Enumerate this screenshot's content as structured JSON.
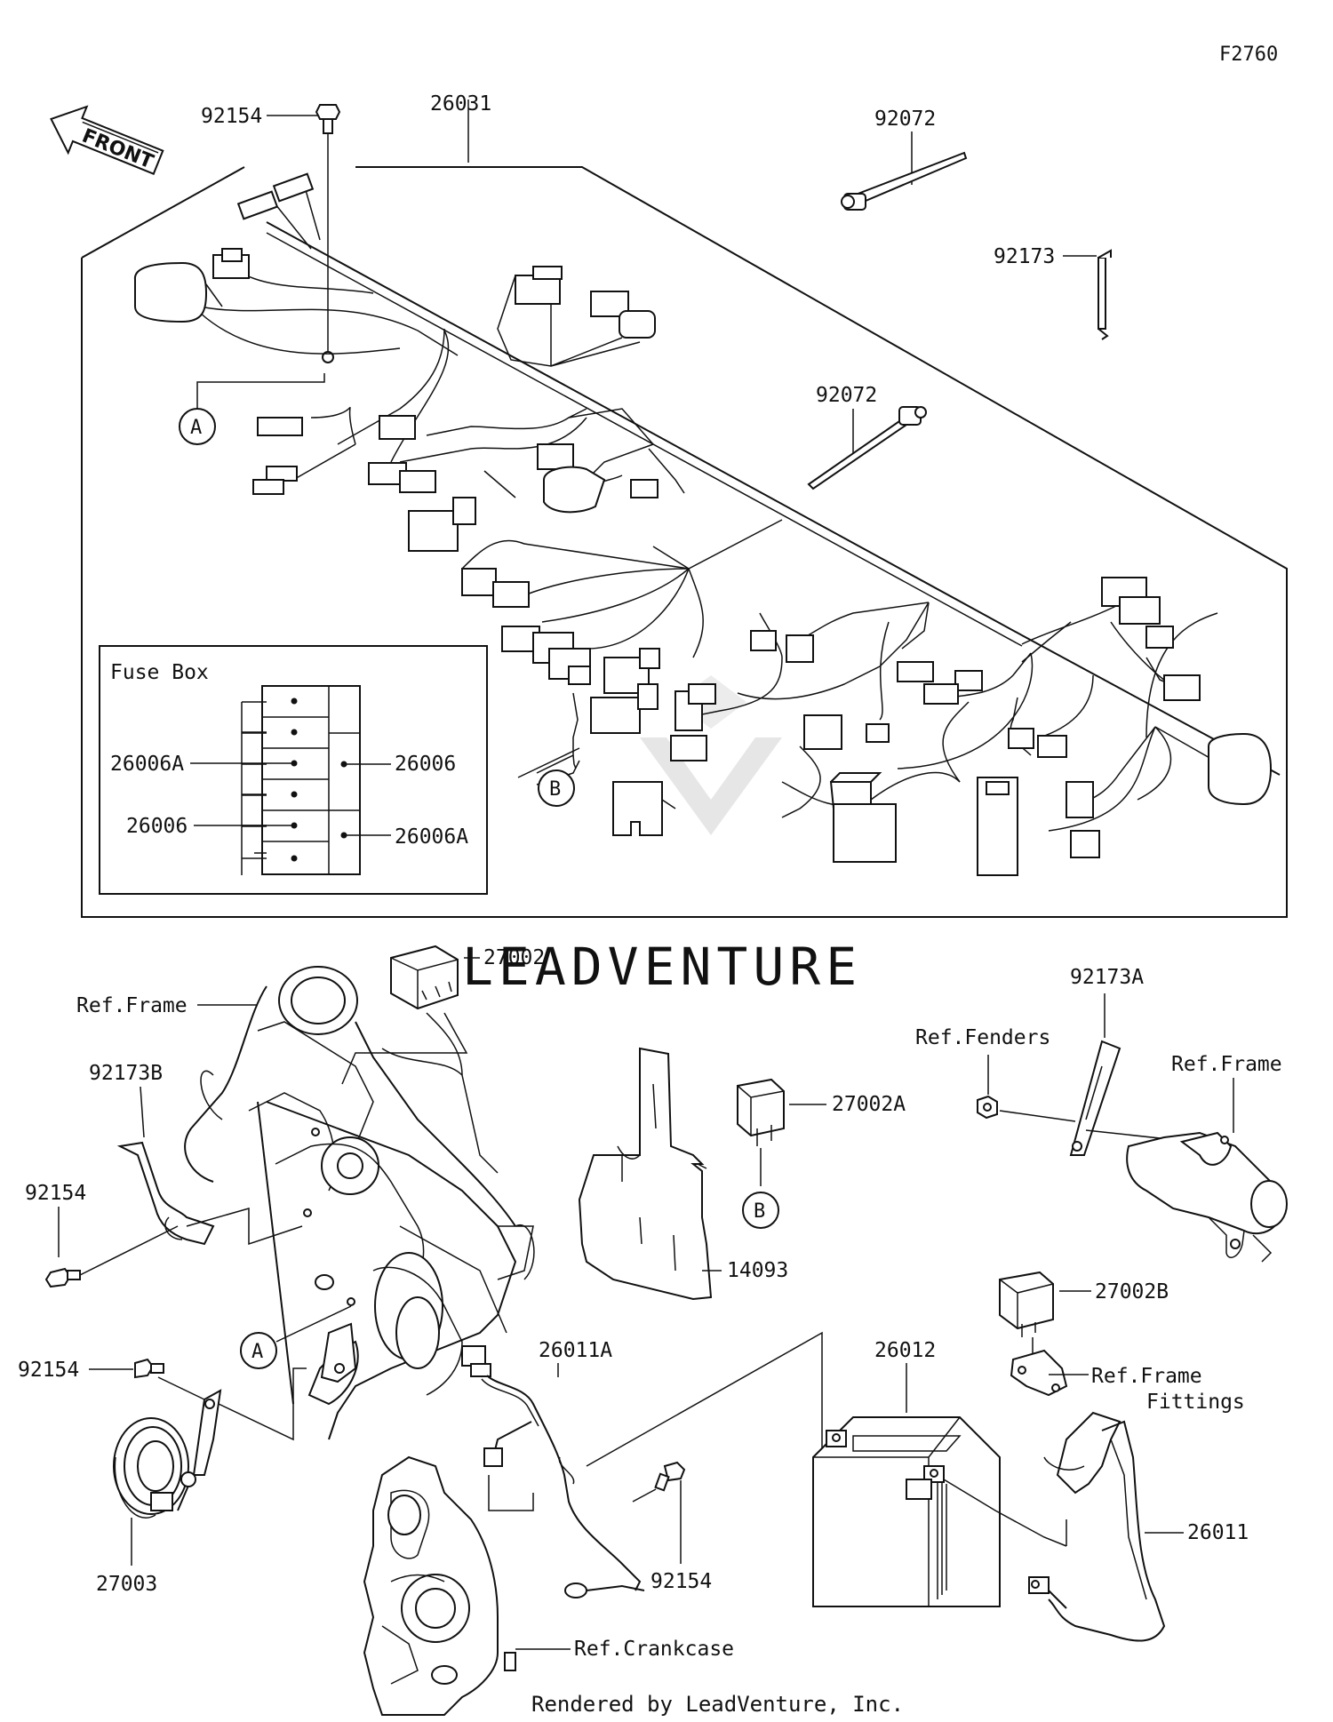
{
  "diagram": {
    "figure_code": "F2760",
    "front_label": "FRONT",
    "fuse_box_title": "Fuse Box",
    "callouts": {
      "bolt_top": "92154",
      "harness": "26031",
      "clamp_upper": "92072",
      "clamp_lower": "92072",
      "band_top": "92173",
      "fuse_a_left": "26006A",
      "fuse_left": "26006",
      "fuse_right": "26006",
      "fuse_a_right": "26006A",
      "relay_top": "27002",
      "ref_frame_left": "Ref.Frame",
      "band_b": "92173B",
      "bolt_left": "92154",
      "bolt_horn": "92154",
      "horn": "27003",
      "relay_a": "27002A",
      "plate": "14093",
      "cable_a": "26011A",
      "bolt_bottom": "92154",
      "ref_crankcase": "Ref.Crankcase",
      "battery": "26012",
      "band_a": "92173A",
      "ref_fenders": "Ref.Fenders",
      "ref_frame_right": "Ref.Frame",
      "relay_b": "27002B",
      "ref_frame_fittings_1": "Ref.Frame",
      "ref_frame_fittings_2": "Fittings",
      "cable": "26011"
    },
    "ref_markers": {
      "a_upper": "A",
      "b_upper": "B",
      "b_relay": "B",
      "a_lower": "A"
    },
    "watermark": "LEADVENTURE",
    "footer": "Rendered by LeadVenture, Inc."
  }
}
